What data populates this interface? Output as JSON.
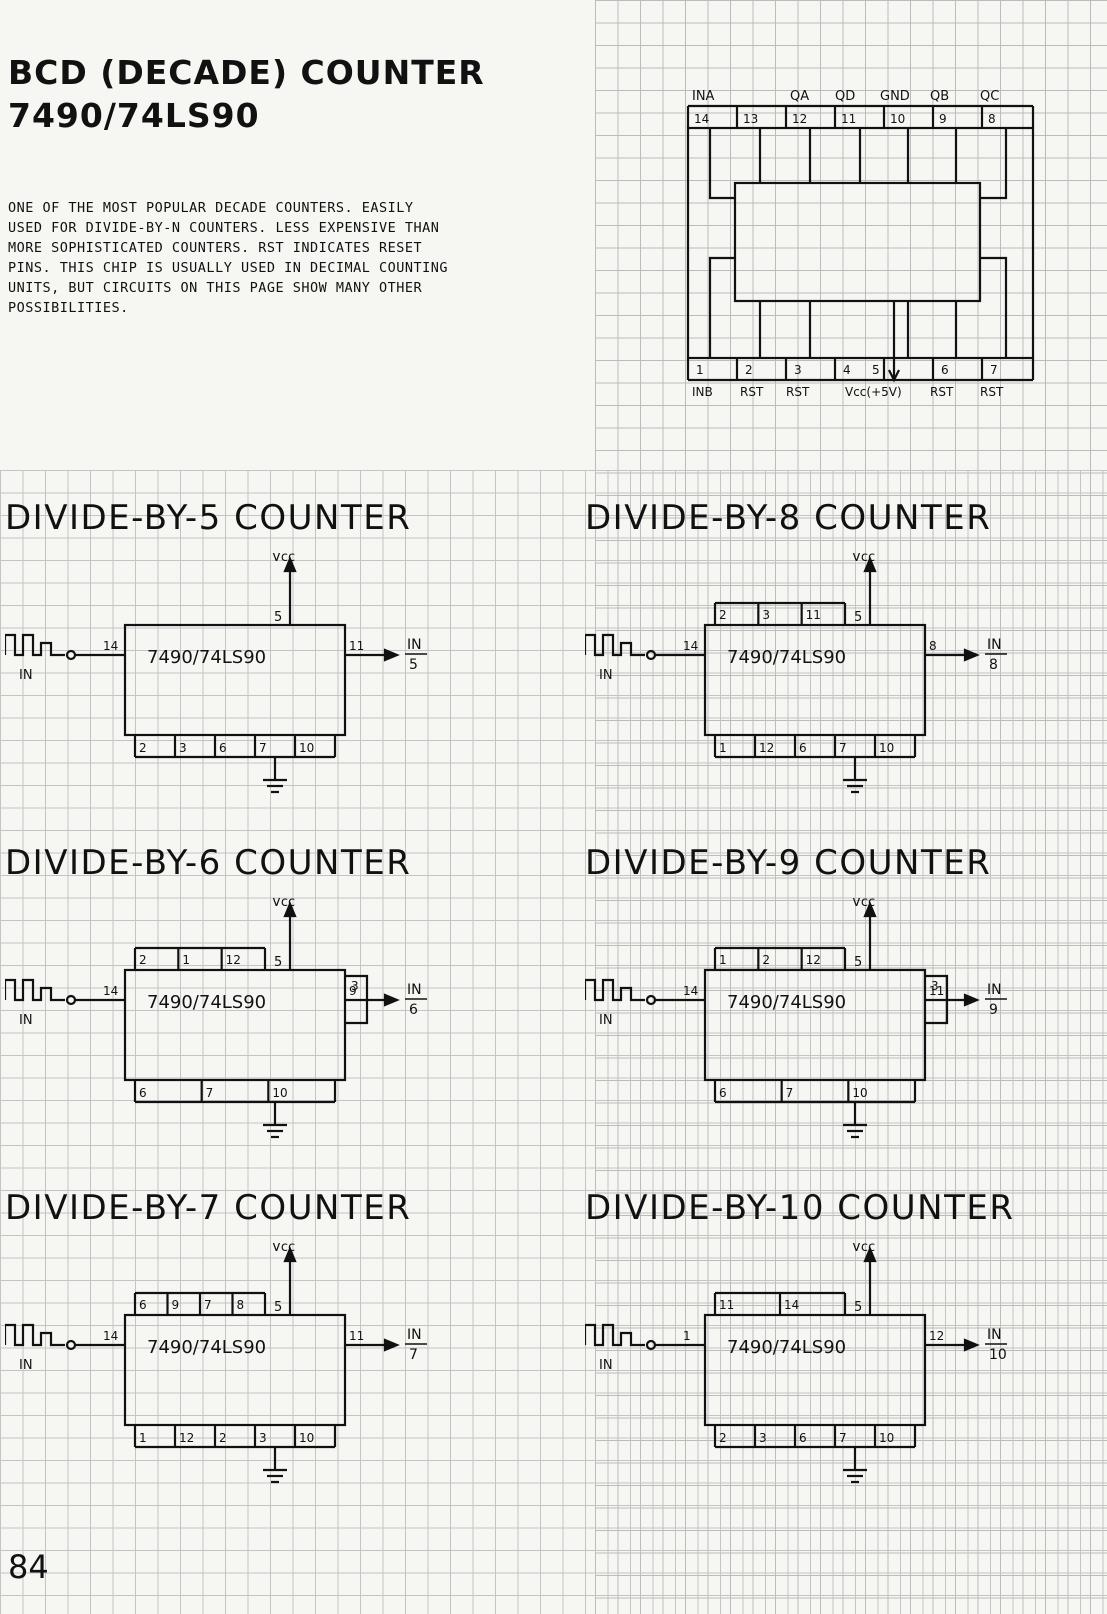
{
  "title_line1": "BCD (DECADE) COUNTER",
  "title_line2": "7490/74LS90",
  "description": "ONE OF THE MOST POPULAR DECADE COUNTERS. EASILY USED FOR DIVIDE-BY-N COUNTERS. LESS EXPENSIVE THAN MORE SOPHISTICATED COUNTERS. RST INDICATES RESET PINS. THIS CHIP IS USUALLY USED IN DECIMAL COUNTING UNITS, BUT CIRCUITS ON THIS PAGE SHOW MANY OTHER POSSIBILITIES.",
  "pinout": {
    "top_labels": [
      "INA",
      "QA",
      "QD",
      "GND",
      "QB",
      "QC"
    ],
    "top_pins": [
      "14",
      "13",
      "12",
      "11",
      "10",
      "9",
      "8"
    ],
    "bottom_pins": [
      "1",
      "2",
      "3",
      "4",
      "5",
      "6",
      "7"
    ],
    "bottom_labels": [
      "INB",
      "RST",
      "RST",
      "Vcc(+5V)",
      "RST",
      "RST"
    ]
  },
  "circuits": [
    {
      "title": "DIVIDE-BY-5 COUNTER",
      "chip": "7490/74LS90",
      "in_label": "IN",
      "in_pin": "14",
      "out_pin": "11",
      "out_num": "IN",
      "out_den": "5",
      "vcc": "Vcc",
      "vcc_pin": "5",
      "top_pins": [],
      "bottom_pins": [
        "2",
        "3",
        "6",
        "7",
        "10"
      ]
    },
    {
      "title": "DIVIDE-BY-8 COUNTER",
      "chip": "7490/74LS90",
      "in_label": "IN",
      "in_pin": "14",
      "out_pin": "8",
      "out_num": "IN",
      "out_den": "8",
      "vcc": "Vcc",
      "vcc_pin": "5",
      "top_pins": [
        "2",
        "3",
        "11"
      ],
      "bottom_pins": [
        "1",
        "12",
        "6",
        "7",
        "10"
      ]
    },
    {
      "title": "DIVIDE-BY-6 COUNTER",
      "chip": "7490/74LS90",
      "in_label": "IN",
      "in_pin": "14",
      "out_pin": "9",
      "out_num": "IN",
      "out_den": "6",
      "vcc": "Vcc",
      "vcc_pin": "5",
      "top_pins": [
        "2",
        "1",
        "12"
      ],
      "side_pin": "3",
      "bottom_pins": [
        "6",
        "7",
        "10"
      ]
    },
    {
      "title": "DIVIDE-BY-9 COUNTER",
      "chip": "7490/74LS90",
      "in_label": "IN",
      "in_pin": "14",
      "out_pin": "11",
      "out_num": "IN",
      "out_den": "9",
      "vcc": "Vcc",
      "vcc_pin": "5",
      "top_pins": [
        "1",
        "2",
        "12"
      ],
      "side_pin": "3",
      "bottom_pins": [
        "6",
        "7",
        "10"
      ]
    },
    {
      "title": "DIVIDE-BY-7 COUNTER",
      "chip": "7490/74LS90",
      "in_label": "IN",
      "in_pin": "14",
      "out_pin": "11",
      "out_num": "IN",
      "out_den": "7",
      "vcc": "Vcc",
      "vcc_pin": "5",
      "top_pins": [
        "6",
        "9",
        "7",
        "8"
      ],
      "bottom_pins": [
        "1",
        "12",
        "2",
        "3",
        "10"
      ]
    },
    {
      "title": "DIVIDE-BY-10 COUNTER",
      "chip": "7490/74LS90",
      "in_label": "IN",
      "in_pin": "1",
      "out_pin": "12",
      "out_num": "IN",
      "out_den": "10",
      "vcc": "Vcc",
      "vcc_pin": "5",
      "top_pins": [
        "11",
        "14"
      ],
      "bottom_pins": [
        "2",
        "3",
        "6",
        "7",
        "10"
      ]
    }
  ],
  "page_number": "84"
}
